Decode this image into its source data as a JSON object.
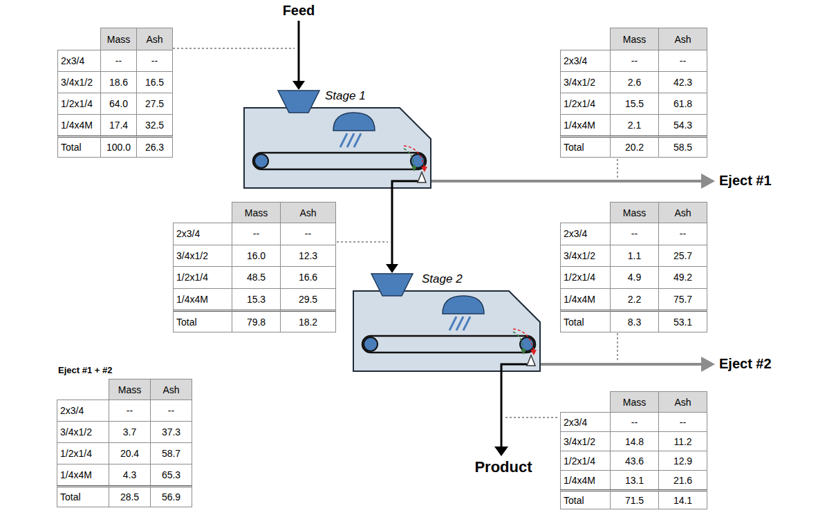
{
  "diagram": {
    "nodes": [
      {
        "text": [
          "Mass",
          "Ash",
          "2x3/4",
          "--",
          "--",
          "3/4x1/2",
          "18.6",
          "16.5",
          "1/2x1/4",
          "64.0",
          "27.5",
          "1/4x4M",
          "17.4",
          "32.5",
          "Total",
          "100.0",
          "26.3"
        ]
      },
      {
        "text": [
          "Mass",
          "Ash",
          "2x3/4",
          "--",
          "--",
          "3/4x1/2",
          "2.6",
          "42.3",
          "1/2x1/4",
          "15.5",
          "61.8",
          "1/4x4M",
          "2.1",
          "54.3",
          "Total",
          "20.2",
          "58.5"
        ]
      },
      {
        "text": [
          "Stage 1"
        ]
      },
      {
        "text": [
          "Mass",
          "Ash",
          "2x3/4",
          "--",
          "--",
          "3/4x1/2",
          "16.0",
          "12.3",
          "1/2x1/4",
          "48.5",
          "16.6",
          "1/4x4M",
          "15.3",
          "29.5",
          "Total",
          "79.8",
          "18.2"
        ]
      },
      {
        "text": [
          "Mass",
          "Ash",
          "2x3/4",
          "--",
          "--",
          "3/4x1/2",
          "1.1",
          "25.7",
          "1/2x1/4",
          "4.9",
          "49.2",
          "1/4x4M",
          "2.2",
          "75.7",
          "Total",
          "8.3",
          "53.1"
        ]
      },
      {
        "text": [
          "Stage 2"
        ]
      },
      {
        "text": [
          "Eject #1 + #2",
          "Mass",
          "Ash",
          "2x3/4",
          "--",
          "--",
          "3/4x1/2",
          "3.7",
          "37.3",
          "1/2x1/4",
          "20.4",
          "58.7",
          "1/4x4M",
          "4.3",
          "65.3",
          "Total",
          "28.5",
          "56.9"
        ]
      },
      {
        "text": [
          "Mass",
          "Ash",
          "2x3/4",
          "--",
          "--",
          "3/4x1/2",
          "14.8",
          "11.2",
          "1/2x1/4",
          "43.6",
          "12.9",
          "1/4x4M",
          "13.1",
          "21.6",
          "Total",
          "71.5",
          "14.1"
        ]
      }
    ],
    "edges": [
      {
        "from": 2,
        "to": 5,
        "arrow": "to"
      }
    ],
    "labels": [
      "Feed",
      "Eject #1",
      "Eject #2",
      "Product"
    ]
  }
}
